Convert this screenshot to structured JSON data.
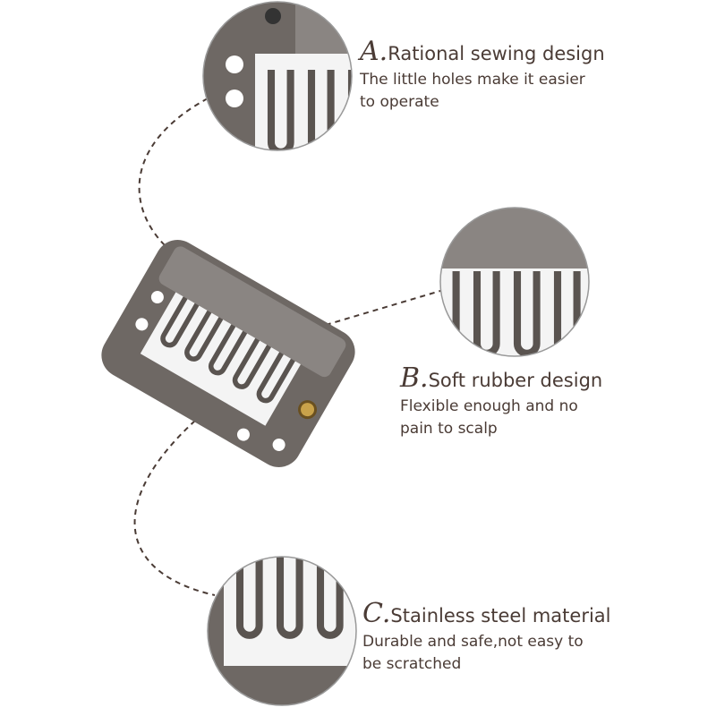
{
  "features": [
    {
      "letter": "A.",
      "title": "Rational sewing design",
      "desc_line1": "The little holes make it easier",
      "desc_line2": "to operate"
    },
    {
      "letter": "B.",
      "title": "Soft rubber design",
      "desc_line1": "Flexible enough and no",
      "desc_line2": "pain to scalp"
    },
    {
      "letter": "C.",
      "title": "Stainless steel material",
      "desc_line1": "Durable and safe,not easy to",
      "desc_line2": "be scratched"
    }
  ],
  "colors": {
    "text": "#4a3b35",
    "clip": "#6e6864",
    "rubber": "#8a8582",
    "dash": "#4a3b35"
  }
}
